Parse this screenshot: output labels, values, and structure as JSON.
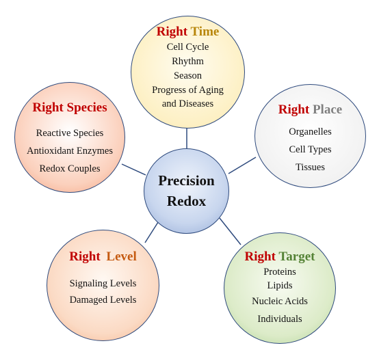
{
  "center": {
    "line1": "Precision",
    "line2": "Redox"
  },
  "nodes": {
    "time": {
      "word": "Right",
      "label": "Time",
      "label_color": "#b8860b",
      "items": [
        "Cell Cycle",
        "Rhythm",
        "Season",
        "Progress of Aging",
        "and Diseases"
      ]
    },
    "species": {
      "word": "Right",
      "label": "Species",
      "label_color": "#c00000",
      "items": [
        "Reactive Species",
        "Antioxidant Enzymes",
        "Redox Couples"
      ]
    },
    "place": {
      "word": "Right",
      "label": "Place",
      "label_color": "#7f7f7f",
      "items": [
        "Organelles",
        "Cell Types",
        "Tissues"
      ]
    },
    "level": {
      "word": "Right",
      "label": "Level",
      "label_color": "#c55a11",
      "items": [
        "Signaling Levels",
        "Damaged Levels"
      ]
    },
    "target": {
      "word": "Right",
      "label": "Target",
      "label_color": "#548235",
      "items": [
        "Proteins",
        "Lipids",
        "Nucleic Acids",
        "Individuals"
      ]
    }
  },
  "colors": {
    "right_word": "#c00000",
    "connector": "#2e4a7d"
  }
}
